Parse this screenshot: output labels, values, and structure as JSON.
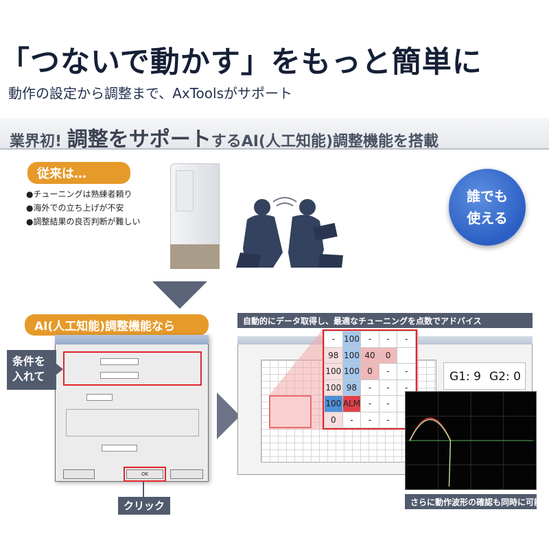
{
  "headline": "「つないで動かす」をもっと簡単に",
  "subline": "動作の設定から調整まで、AxToolsがサポート",
  "band": {
    "pre": "業界初! ",
    "big": "調整をサポート",
    "post": "するAI(人工知能)調整機能を搭載"
  },
  "before": {
    "label": "従来は…",
    "bullets": [
      "●チューニングは熟練者頼り",
      "●海外での立ち上げが不安",
      "●調整結果の良否判断が難しい"
    ]
  },
  "badge": {
    "line1": "誰でも",
    "line2": "使える"
  },
  "ai_label": "AI(人工知能)調整機能なら",
  "callout_conditions": {
    "line1": "条件を",
    "line2": "入れて"
  },
  "callout_click": "クリック",
  "caption_top": "自動的にデータ取得し、最適なチューニングを点数でアドバイス",
  "caption_bottom": "さらに動作波形の確認も同時に可能",
  "dialog": {
    "ok_label": "OK"
  },
  "tuning_table": [
    [
      "-",
      "100",
      "-",
      "-",
      "-"
    ],
    [
      "98",
      "100",
      "40",
      "0",
      ""
    ],
    [
      "100",
      "100",
      "0",
      "-",
      "-"
    ],
    [
      "100",
      "98",
      "-",
      "-",
      "-"
    ],
    [
      "100",
      "ALM",
      "-",
      "-",
      "-"
    ],
    [
      "0",
      "-",
      "-",
      "-",
      "-"
    ]
  ],
  "gains": {
    "g1": "G1: 9",
    "g2": "G2: 0"
  }
}
